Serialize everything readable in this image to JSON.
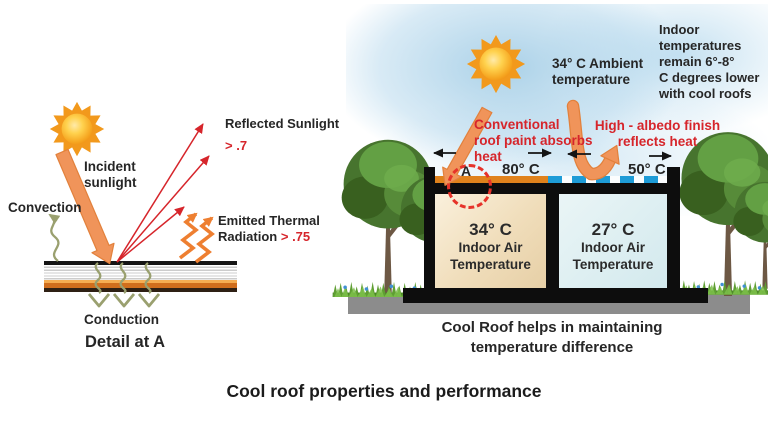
{
  "title": "Cool roof properties and performance",
  "colors": {
    "accent_orange": "#EF9455",
    "roof_paint_orange": "#E0821C",
    "albedo_blue": "#1E9CD7",
    "annotation_red": "#D6252B",
    "olive_arrow": "#9AA06F",
    "ground_gray": "#8C8C8C"
  },
  "detail_panel": {
    "incident_label": "Incident\nsunlight",
    "convection_label": "Convection",
    "reflected_label": "Reflected Sunlight",
    "reflected_value": "> .7",
    "emitted_line1": "Emitted Thermal",
    "emitted_line2": "Radiation",
    "emitted_value": "> .75",
    "conduction_label": "Conduction",
    "caption": "Detail at A"
  },
  "roof_panel": {
    "ambient_label": "34° C Ambient\ntemperature",
    "note": "Indoor\ntemperatures\nremain 6°-8°\nC degrees lower\nwith cool roofs",
    "conventional_label": "Conventional\nroof paint absorbs\nheat",
    "albedo_label": "High - albedo finish\nreflects heat",
    "marker_a": "A",
    "hot_surface_temp": "80° C",
    "cool_surface_temp": "50° C",
    "hot_room": {
      "temp": "34° C",
      "line1": "Indoor Air",
      "line2": "Temperature"
    },
    "cool_room": {
      "temp": "27° C",
      "line1": "Indoor Air",
      "line2": "Temperature"
    },
    "caption": "Cool Roof helps in maintaining\ntemperature difference"
  }
}
